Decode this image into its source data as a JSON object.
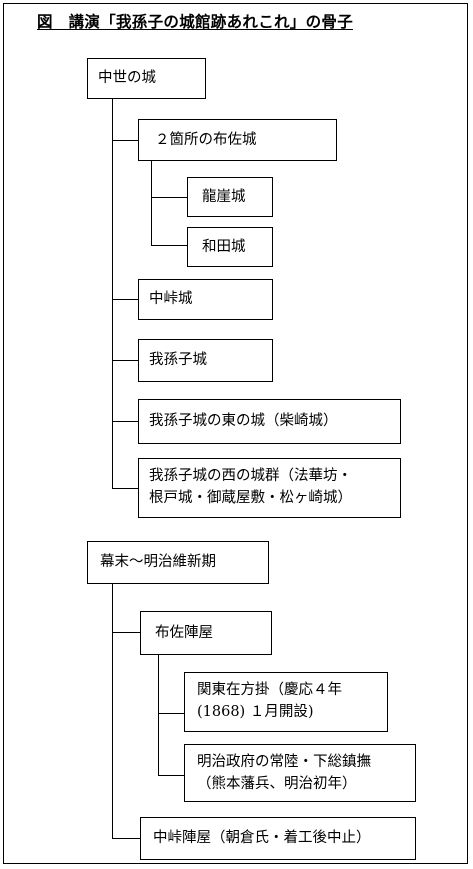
{
  "title": "図　講演「我孫子の城館跡あれこれ」の骨子",
  "diagram": {
    "medieval": {
      "label": "中世の城",
      "fusa_pair": {
        "label": "２箇所の布佐城",
        "children": [
          "龍崖城",
          "和田城"
        ]
      },
      "nakabori": "中峠城",
      "abiko": "我孫子城",
      "east": "我孫子城の東の城（柴崎城）",
      "west": {
        "line1": "我孫子城の西の城群（法華坊・",
        "line2": "根戸城・御蔵屋敷・松ヶ崎城）"
      }
    },
    "bakumatsu": {
      "label": "幕末〜明治維新期",
      "fusa_jinya": {
        "label": "布佐陣屋",
        "kanto": {
          "line1": "関東在方掛（慶応４年",
          "line2": "(1868) １月開設)"
        },
        "meiji": {
          "line1": "明治政府の常陸・下総鎮撫",
          "line2": "（熊本藩兵、明治初年）"
        }
      },
      "nakabori_jinya": "中峠陣屋（朝倉氏・着工後中止）"
    }
  }
}
